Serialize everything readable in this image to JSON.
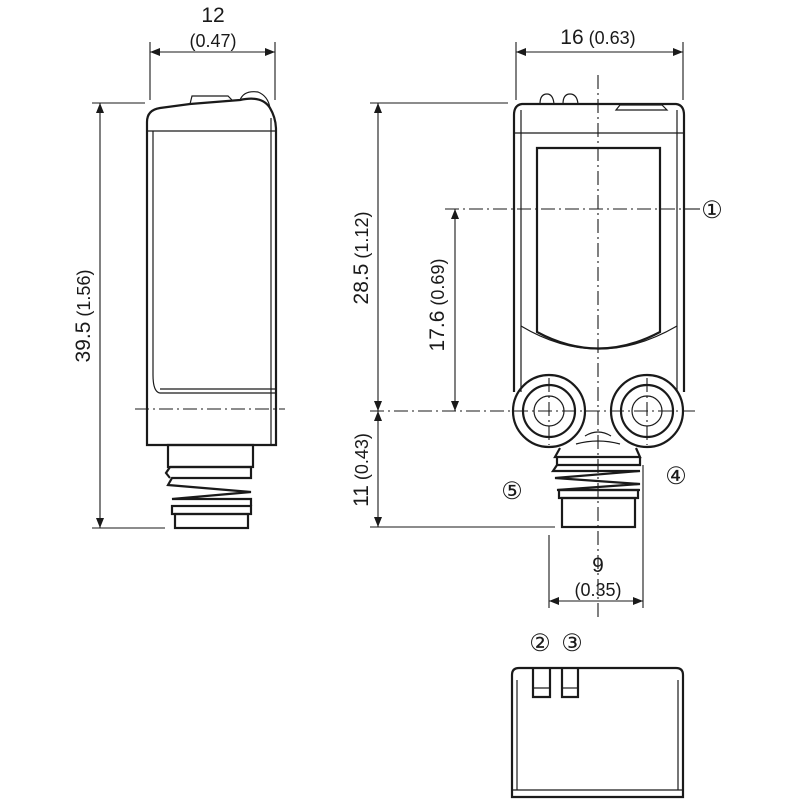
{
  "dimensions": {
    "width_side": {
      "mm": "12",
      "inch": "(0.47)"
    },
    "width_front": {
      "mm": "16",
      "inch": "(0.63)"
    },
    "height_total": {
      "mm": "39.5",
      "inch": "(1.56)"
    },
    "height_connector_axis": {
      "mm": "28.5",
      "inch": "(1.12)"
    },
    "height_optical_axis": {
      "mm": "17.6",
      "inch": "(0.69)"
    },
    "connector_length": {
      "mm": "11",
      "inch": "(0.43)"
    },
    "connector_width": {
      "mm": "9",
      "inch": "(0.35)"
    }
  },
  "callouts": [
    "①",
    "②",
    "③",
    "④",
    "⑤"
  ]
}
